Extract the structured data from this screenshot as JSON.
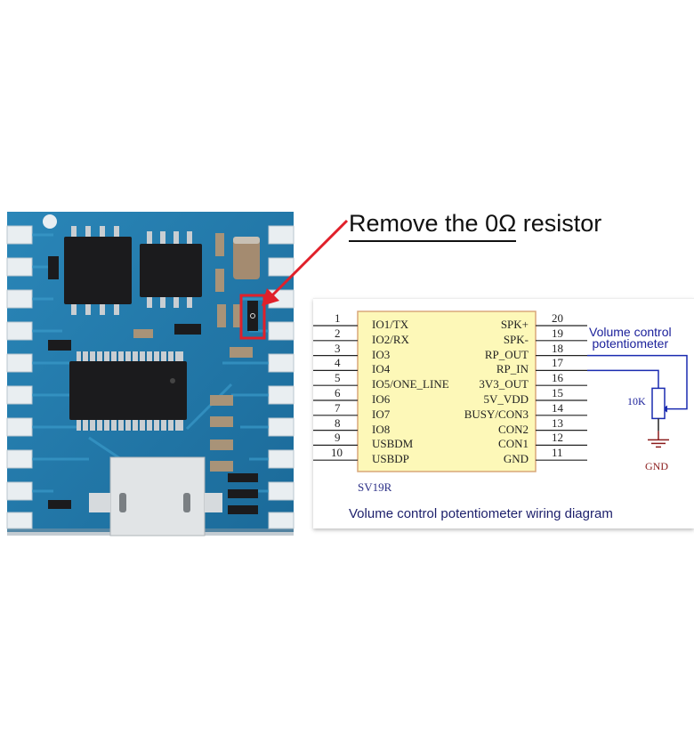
{
  "annotation": {
    "title": "Remove the 0Ω resistor",
    "highlight_color": "#e0202a"
  },
  "schematic": {
    "chip_name": "SV19R",
    "caption": "Volume control potentiometer wiring diagram",
    "potentiometer_label_line1": "Volume control",
    "potentiometer_label_line2": "potentiometer",
    "potentiometer_value": "10K",
    "ground_label": "GND",
    "left_pins": [
      {
        "num": "1",
        "label": "IO1/TX"
      },
      {
        "num": "2",
        "label": "IO2/RX"
      },
      {
        "num": "3",
        "label": "IO3"
      },
      {
        "num": "4",
        "label": "IO4"
      },
      {
        "num": "5",
        "label": "IO5/ONE_LINE"
      },
      {
        "num": "6",
        "label": "IO6"
      },
      {
        "num": "7",
        "label": "IO7"
      },
      {
        "num": "8",
        "label": "IO8"
      },
      {
        "num": "9",
        "label": "USBDM"
      },
      {
        "num": "10",
        "label": "USBDP"
      }
    ],
    "right_pins": [
      {
        "num": "20",
        "label": "SPK+"
      },
      {
        "num": "19",
        "label": "SPK-"
      },
      {
        "num": "18",
        "label": "RP_OUT"
      },
      {
        "num": "17",
        "label": "RP_IN"
      },
      {
        "num": "16",
        "label": "3V3_OUT"
      },
      {
        "num": "15",
        "label": "5V_VDD"
      },
      {
        "num": "14",
        "label": "BUSY/CON3"
      },
      {
        "num": "13",
        "label": "CON2"
      },
      {
        "num": "12",
        "label": "CON1"
      },
      {
        "num": "11",
        "label": "GND"
      }
    ],
    "colors": {
      "chip_fill": "#fdf8b8",
      "chip_border": "#d9a77a",
      "wire_blue": "#1a2bb0",
      "wire_ground": "#8a1b1b"
    }
  },
  "board": {
    "pcb_color": "#1f6f9f"
  }
}
